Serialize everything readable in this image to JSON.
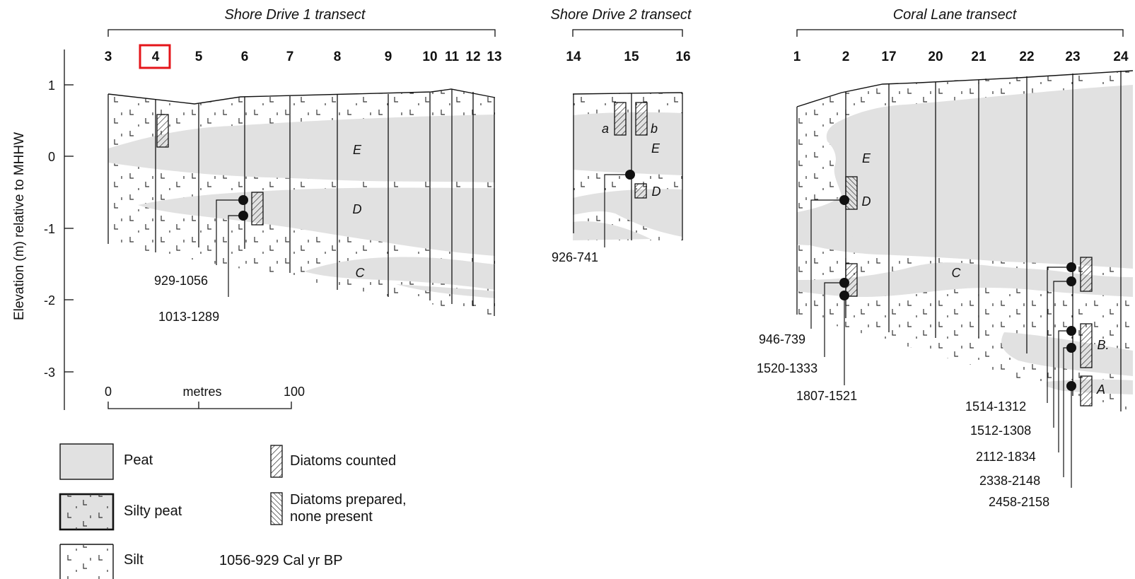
{
  "colors": {
    "peat": "#e1e1e1",
    "ink": "#111111",
    "highlight": "#e4151a",
    "dot": "#111111"
  },
  "transects": [
    {
      "title": "Shore Drive 1 transect",
      "cores": [
        "3",
        "4",
        "5",
        "6",
        "7",
        "8",
        "9",
        "10",
        "11",
        "12",
        "13"
      ]
    },
    {
      "title": "Shore Drive 2 transect",
      "cores": [
        "14",
        "15",
        "16"
      ]
    },
    {
      "title": "Coral Lane transect",
      "cores": [
        "1",
        "2",
        "17",
        "20",
        "21",
        "22",
        "23",
        "24"
      ]
    }
  ],
  "highlighted_core": "4",
  "y_axis": {
    "label": "Elevation (m) relative to MHHW",
    "ticks": [
      "1",
      "0",
      "-1",
      "-2",
      "-3"
    ]
  },
  "scale_bar": {
    "start": "0",
    "end": "100",
    "unit": "metres"
  },
  "unit_labels": {
    "sd1": [
      "E",
      "D",
      "C"
    ],
    "sd2": [
      "a",
      "b",
      "E",
      "D"
    ],
    "cl": [
      "E",
      "D",
      "C",
      "B.",
      "A"
    ]
  },
  "dates": {
    "sd1": [
      "929-1056",
      "1013-1289"
    ],
    "sd2": [
      "926-741"
    ],
    "cl": [
      "946-739",
      "1520-1333",
      "1807-1521",
      "1514-1312",
      "1512-1308",
      "2112-1834",
      "2338-2148",
      "2458-2158"
    ]
  },
  "legend": {
    "peat": "Peat",
    "silty_peat": "Silty peat",
    "silt": "Silt",
    "diatoms_counted": "Diatoms counted",
    "diatoms_prepared_1": "Diatoms prepared,",
    "diatoms_prepared_2": "none present",
    "date_example": "1056-929 Cal yr BP"
  }
}
